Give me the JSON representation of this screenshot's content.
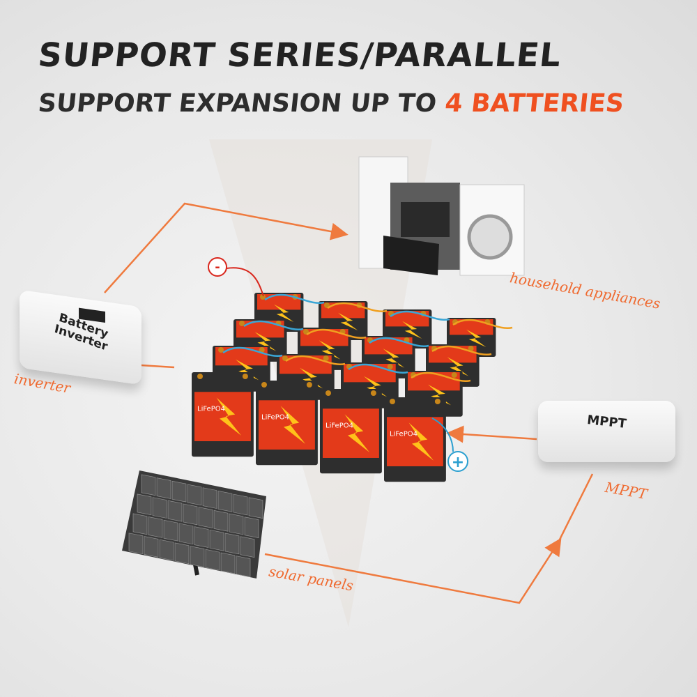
{
  "header": {
    "title": "SUPPORT SERIES/PARALLEL",
    "subtitle_prefix": "SUPPORT EXPANSION UP TO",
    "subtitle_highlight": "4 BATTERIES"
  },
  "labels": {
    "appliances": "household appliances",
    "inverter": "inverter",
    "mppt": "MPPT",
    "solar": "solar panels"
  },
  "devices": {
    "inverter_text": "Battery Inverter",
    "mppt_text": "MPPT"
  },
  "terminals": {
    "negative": "-",
    "positive": "+"
  },
  "battery": {
    "brand_logo": "LiFePO4",
    "rows": 4,
    "columns": 4
  },
  "colors": {
    "accent": "#ef5020",
    "arrow": "#ef7a3e",
    "negative": "#d9261c",
    "positive": "#2a9fd0"
  }
}
